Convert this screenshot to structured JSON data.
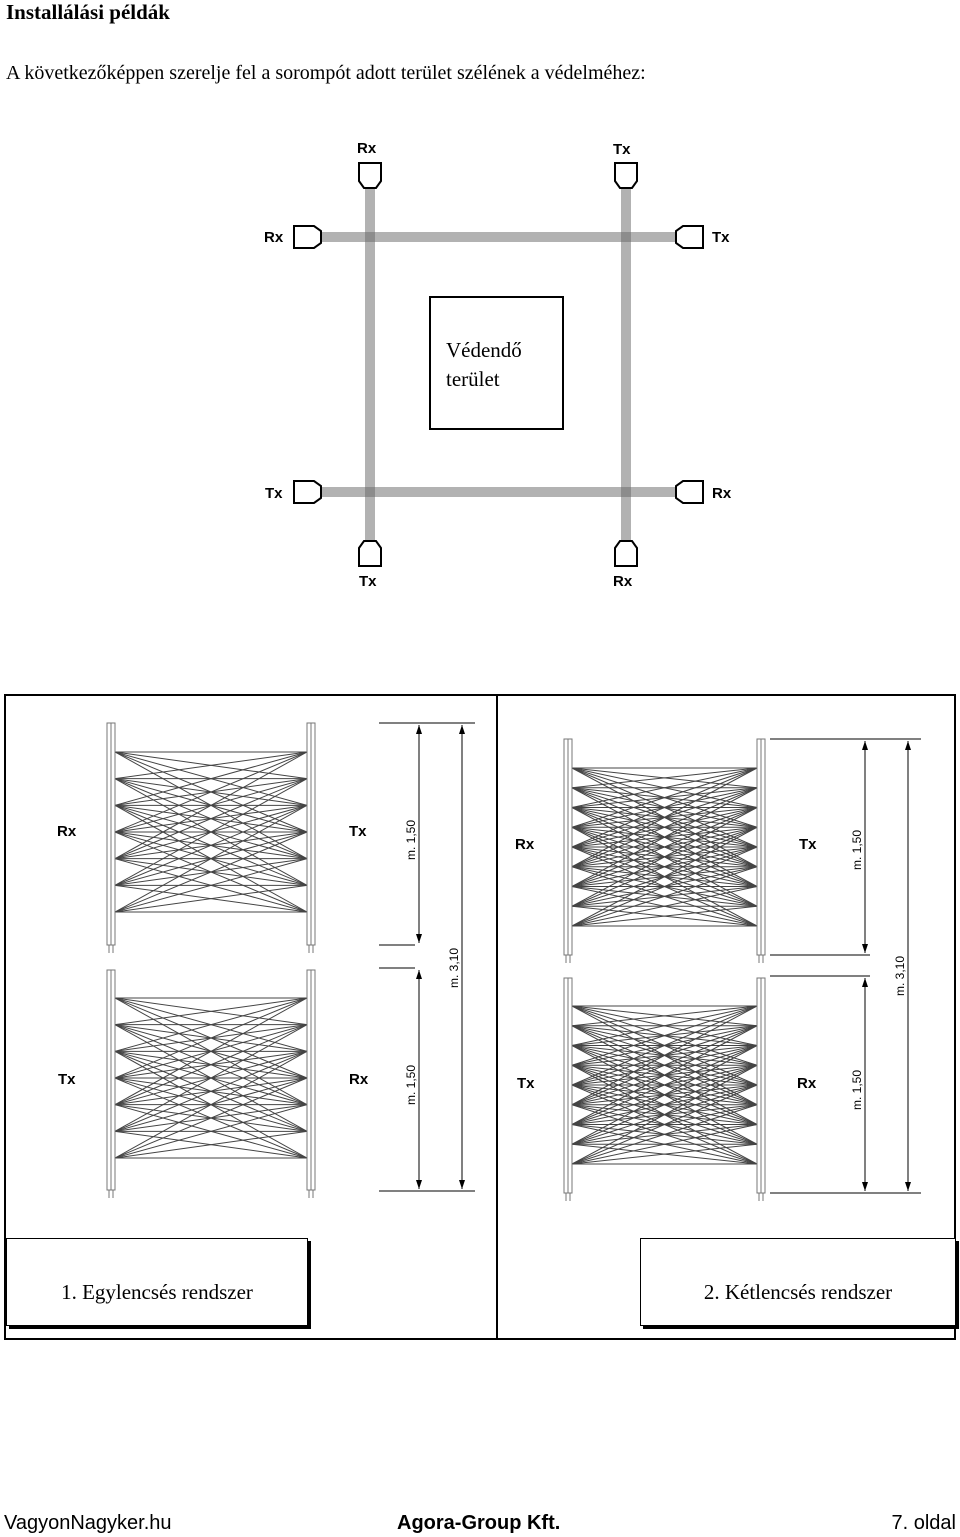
{
  "header": {
    "title": "Installálási példák",
    "intro": "A következőképpen szerelje fel a sorompót adott terület szélének a védelméhez:"
  },
  "top_diagram": {
    "area_label_line1": "Védendő",
    "area_label_line2": "terület",
    "devices": {
      "top_left": "Rx",
      "top_right": "Tx",
      "upper_left": "Rx",
      "upper_right": "Tx",
      "lower_left": "Tx",
      "lower_right": "Rx",
      "bottom_left": "Tx",
      "bottom_right": "Rx"
    }
  },
  "systems": [
    {
      "caption": "1. Egylencsés rendszer",
      "upper": {
        "left": "Rx",
        "right": "Tx"
      },
      "lower": {
        "left": "Tx",
        "right": "Rx"
      },
      "dim_upper": "m. 1,50",
      "dim_total": "m. 3,10",
      "dim_lower": "m. 1,50"
    },
    {
      "caption": "2. Kétlencsés rendszer",
      "upper": {
        "left": "Rx",
        "right": "Tx"
      },
      "lower": {
        "left": "Tx",
        "right": "Rx"
      },
      "dim_upper": "m. 1,50",
      "dim_total": "m. 3,10",
      "dim_lower": "m. 1,50"
    }
  ],
  "footer": {
    "left": "VagyonNagyker.hu",
    "center": "Agora-Group Kft.",
    "right": "7. oldal"
  }
}
